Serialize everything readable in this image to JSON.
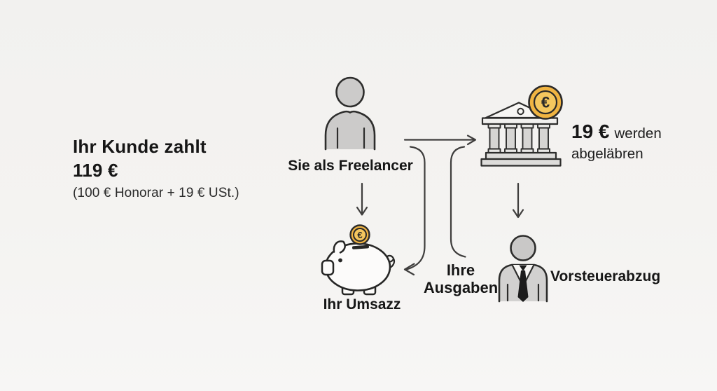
{
  "colors": {
    "background": "#f3f2f0",
    "text": "#161616",
    "line": "#3f3e3d",
    "icon_fill_gray": "#cccbca",
    "coin_gold": "#f0b442",
    "coin_gold_inner": "#f5c75e",
    "tie_black": "#1c1c1c"
  },
  "left_panel": {
    "headline_line1": "Ihr Kunde zahlt",
    "headline_line2": "119 €",
    "subline": "(100 € Honorar + 19 € USt.)"
  },
  "nodes": {
    "freelancer": {
      "label": "Sie als Freelancer"
    },
    "bank": {
      "amount": "19 €",
      "suffix": "werden",
      "line2": "abgeläbren"
    },
    "piggy_bank": {
      "label": "Ihr Umsazz"
    },
    "expenses": {
      "line1": "Ihre",
      "line2": "Ausgaben"
    },
    "input_tax": {
      "label": "Vorsteuerabzug"
    }
  },
  "icons": {
    "euro_symbol": "€"
  }
}
